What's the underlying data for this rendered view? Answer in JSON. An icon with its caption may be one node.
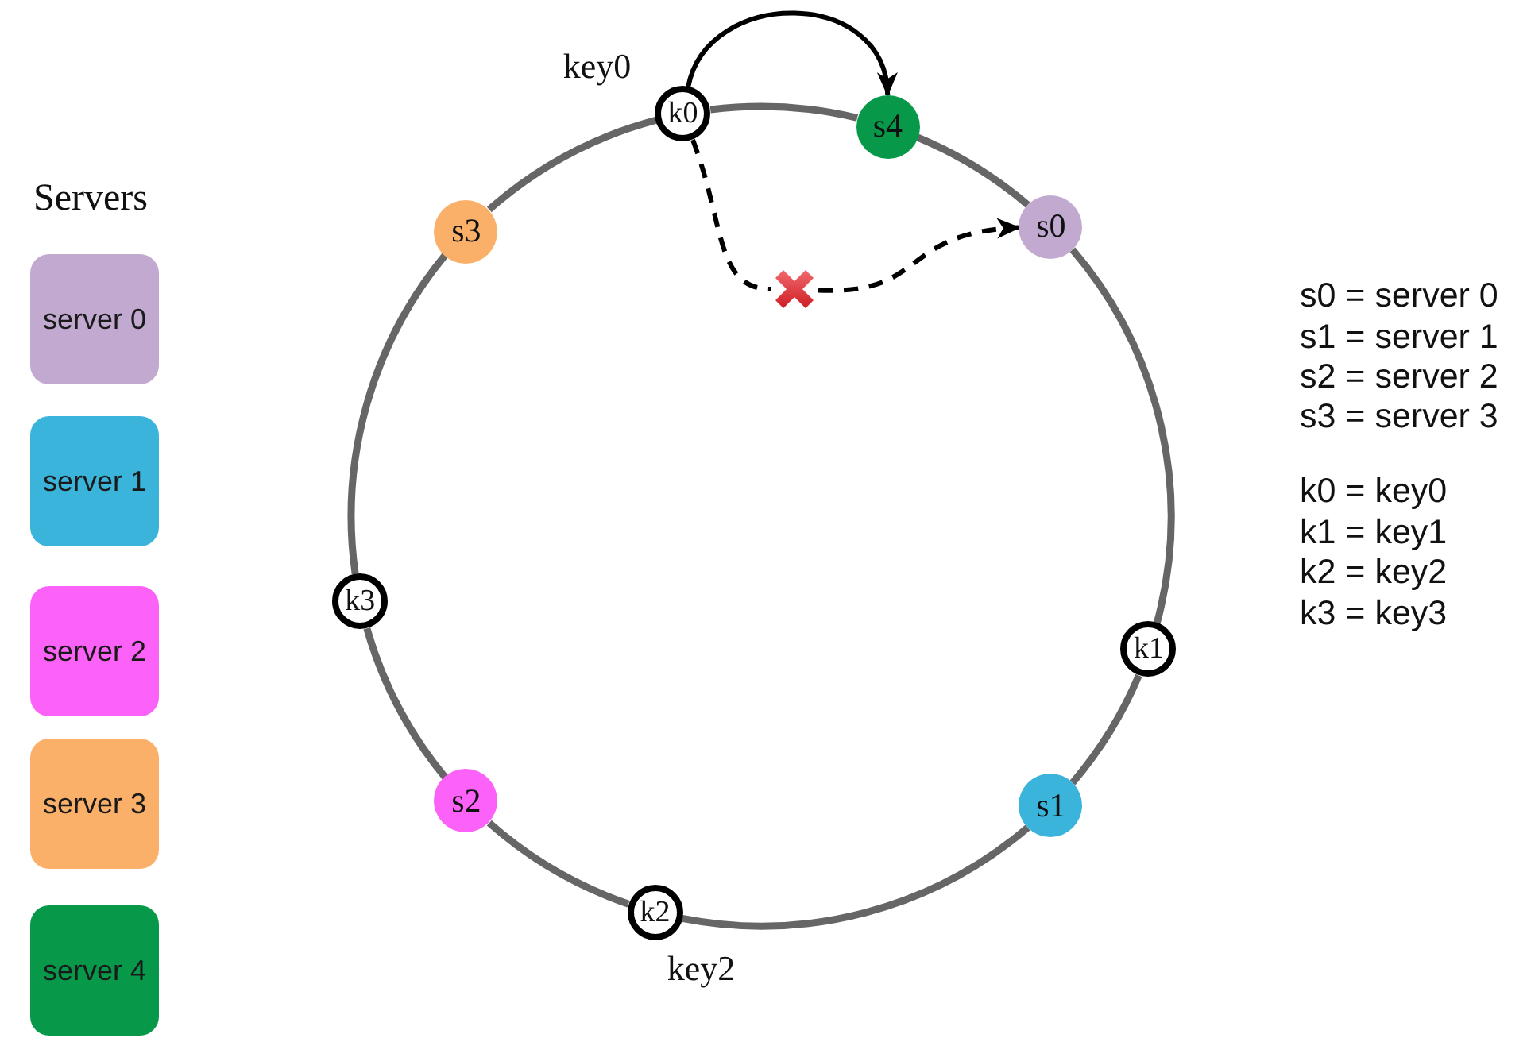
{
  "diagram": {
    "nodes": [
      {
        "text": [
          "k0"
        ],
        "beside": [
          "key0"
        ]
      },
      {
        "text": [
          "s4"
        ]
      },
      {
        "text": [
          "s0"
        ]
      },
      {
        "text": [
          "k1"
        ]
      },
      {
        "text": [
          "s1"
        ]
      },
      {
        "text": [
          "k2"
        ],
        "beside": [
          "key2"
        ]
      },
      {
        "text": [
          "s2"
        ]
      },
      {
        "text": [
          "k3"
        ]
      },
      {
        "text": [
          "s3"
        ]
      },
      {
        "text": [],
        "shape": "cross"
      }
    ],
    "edges": [
      {
        "from": 0,
        "to": 1,
        "arrow": "none"
      },
      {
        "from": 1,
        "to": 2,
        "arrow": "none"
      },
      {
        "from": 2,
        "to": 3,
        "arrow": "none"
      },
      {
        "from": 3,
        "to": 4,
        "arrow": "none"
      },
      {
        "from": 4,
        "to": 5,
        "arrow": "none"
      },
      {
        "from": 5,
        "to": 6,
        "arrow": "none"
      },
      {
        "from": 6,
        "to": 7,
        "arrow": "none"
      },
      {
        "from": 7,
        "to": 8,
        "arrow": "none"
      },
      {
        "from": 8,
        "to": 0,
        "arrow": "none"
      },
      {
        "from": 0,
        "to": 1,
        "arrow": "to",
        "color": "#000000"
      },
      {
        "from": 0,
        "to": 9,
        "arrow": "none",
        "style": "dashed",
        "color": "#000000"
      },
      {
        "from": 9,
        "to": 2,
        "arrow": "to",
        "style": "dashed",
        "color": "#000000"
      }
    ],
    "labels": [
      "Servers",
      "s0 = server 0",
      "s1 = server 1",
      "s2 = server 2",
      "s3 = server 3",
      "k0 = key0",
      "k1 = key1",
      "k2 = key2",
      "k3 = key3"
    ],
    "legend": [
      {
        "text": "server 0",
        "color": "#c2a9d0"
      },
      {
        "text": "server 1",
        "color": "#3bb4db"
      },
      {
        "text": "server 2",
        "color": "#fc62f8"
      },
      {
        "text": "server 3",
        "color": "#fbb06a"
      },
      {
        "text": "server 4",
        "color": "#07984a"
      }
    ]
  }
}
